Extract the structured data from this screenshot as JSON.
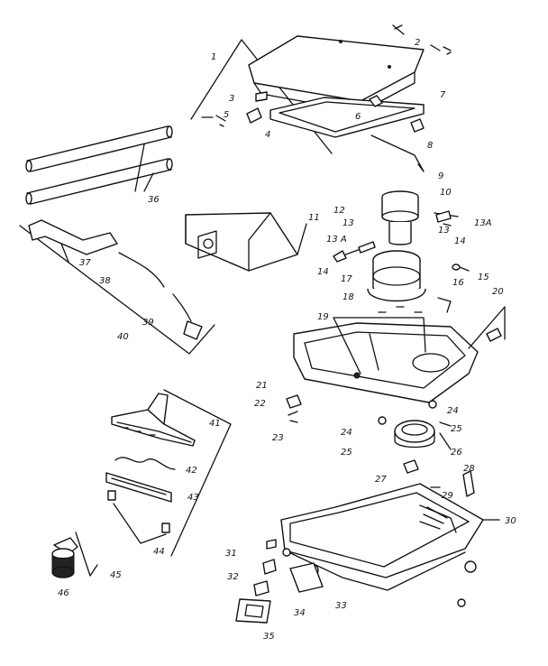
{
  "labels": {
    "l1": "1",
    "l2": "2",
    "l3": "3",
    "l4": "4",
    "l5": "5",
    "l6": "6",
    "l7": "7",
    "l8": "8",
    "l9": "9",
    "l10": "10",
    "l11": "11",
    "l12": "12",
    "l13a": "13",
    "l13b": "13",
    "l13A_r": "13A",
    "l13A_l": "13 A",
    "l14a": "14",
    "l14b": "14",
    "l15": "15",
    "l16": "16",
    "l17": "17",
    "l18": "18",
    "l19": "19",
    "l20": "20",
    "l21": "21",
    "l22": "22",
    "l23": "23",
    "l24a": "24",
    "l24b": "24",
    "l25a": "25",
    "l25b": "25",
    "l26": "26",
    "l27": "27",
    "l28": "28",
    "l29": "29",
    "l30": "30",
    "l31": "31",
    "l32": "32",
    "l33": "33",
    "l34": "34",
    "l35": "35",
    "l36": "36",
    "l37": "37",
    "l38": "38",
    "l39": "39",
    "l40": "40",
    "l41": "41",
    "l42": "42",
    "l43": "43",
    "l44": "44",
    "l45": "45",
    "l46": "46"
  }
}
